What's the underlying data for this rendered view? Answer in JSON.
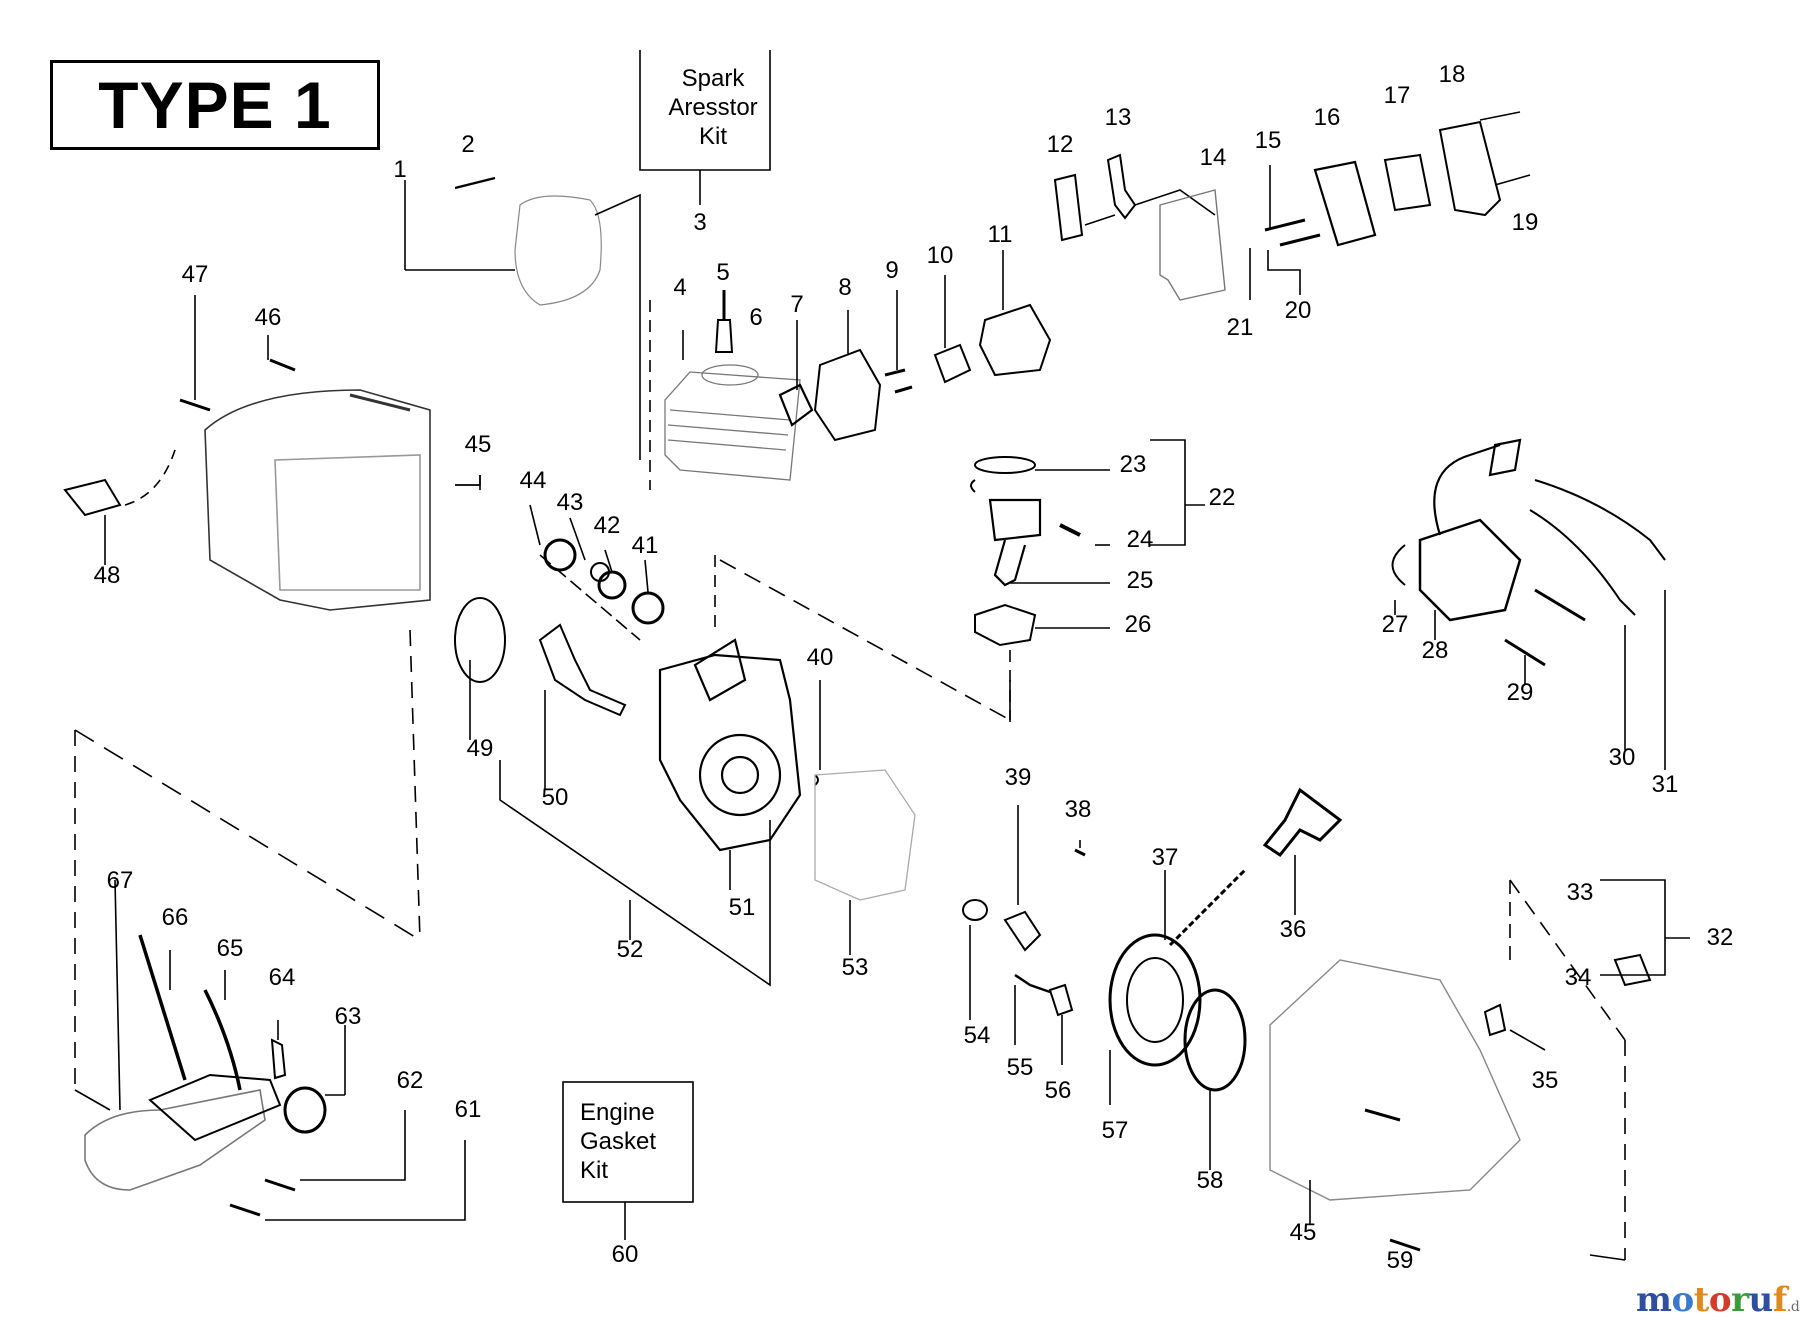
{
  "header": {
    "title": "TYPE 1"
  },
  "kits": {
    "spark": "Spark\nAresstor\nKit",
    "gasket": "Engine\nGasket\nKit"
  },
  "labels": [
    "1",
    "2",
    "3",
    "4",
    "5",
    "6",
    "7",
    "8",
    "9",
    "10",
    "11",
    "12",
    "13",
    "14",
    "15",
    "16",
    "17",
    "18",
    "19",
    "20",
    "21",
    "22",
    "23",
    "24",
    "25",
    "26",
    "27",
    "28",
    "29",
    "30",
    "31",
    "32",
    "33",
    "34",
    "35",
    "36",
    "37",
    "38",
    "39",
    "40",
    "41",
    "42",
    "43",
    "44",
    "45",
    "46",
    "47",
    "48",
    "49",
    "50",
    "51",
    "52",
    "53",
    "54",
    "55",
    "56",
    "57",
    "58",
    "59",
    "60",
    "61",
    "62",
    "63",
    "64",
    "65",
    "66",
    "67",
    "45"
  ],
  "watermark": {
    "brand_colored": [
      "m",
      "o",
      "t",
      "o",
      "r",
      "u",
      "f"
    ],
    "colors": [
      "#2e4fa0",
      "#3b7ac9",
      "#e08a1e",
      "#d23a2a",
      "#3d9a3a",
      "#2e4fa0",
      "#e08a1e"
    ],
    "suffix": ".de"
  }
}
